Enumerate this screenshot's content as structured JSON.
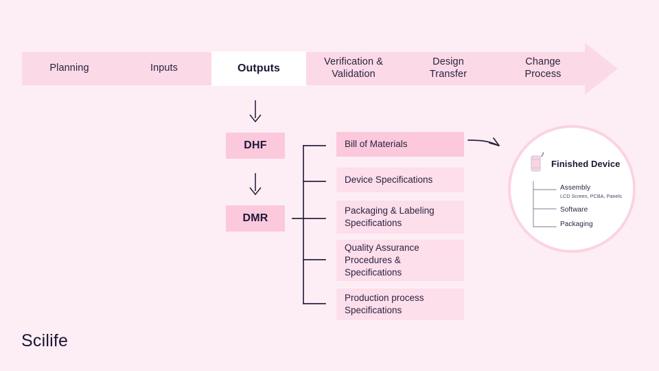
{
  "background_color": "#fdeef5",
  "banner": {
    "name": "design-control-phases",
    "phases": [
      {
        "label": "Planning",
        "active": false
      },
      {
        "label": "Inputs",
        "active": false
      },
      {
        "label": "Outputs",
        "active": true
      },
      {
        "label": "Verification &\nValidation",
        "active": false
      },
      {
        "label": "Design\nTransfer",
        "active": false
      },
      {
        "label": "Change\nProcess",
        "active": false
      }
    ],
    "fill_color": "#fbd9e7",
    "active_fill_color": "#ffffff"
  },
  "flow": {
    "dhf_label": "DHF",
    "dmr_label": "DMR",
    "box_color": "#fbc8dc",
    "arrow_1_name": "arrow-down-to-dhf",
    "arrow_2_name": "arrow-down-to-dmr"
  },
  "outputs": {
    "items": [
      {
        "label": "Bill of Materials",
        "highlight": true
      },
      {
        "label": "Device Specifications",
        "highlight": false
      },
      {
        "label": "Packaging & Labeling\nSpecifications",
        "highlight": false
      },
      {
        "label": "Quality Assurance\nProcedures &\nSpecifications",
        "highlight": false
      },
      {
        "label": "Production process\nSpecifications",
        "highlight": false
      }
    ],
    "item_color": "#fddeeb",
    "highlight_color": "#fbc8dc"
  },
  "finished_device": {
    "icon": "mobile-device-icon",
    "title": "Finished Device",
    "ring_color": "#fbd3e3",
    "tree": [
      {
        "label": "Assembly",
        "sub": "LCD Screen, PCBA, Panels"
      },
      {
        "label": "Software",
        "sub": ""
      },
      {
        "label": "Packaging",
        "sub": ""
      }
    ]
  },
  "logo": {
    "text": "Scilife"
  }
}
